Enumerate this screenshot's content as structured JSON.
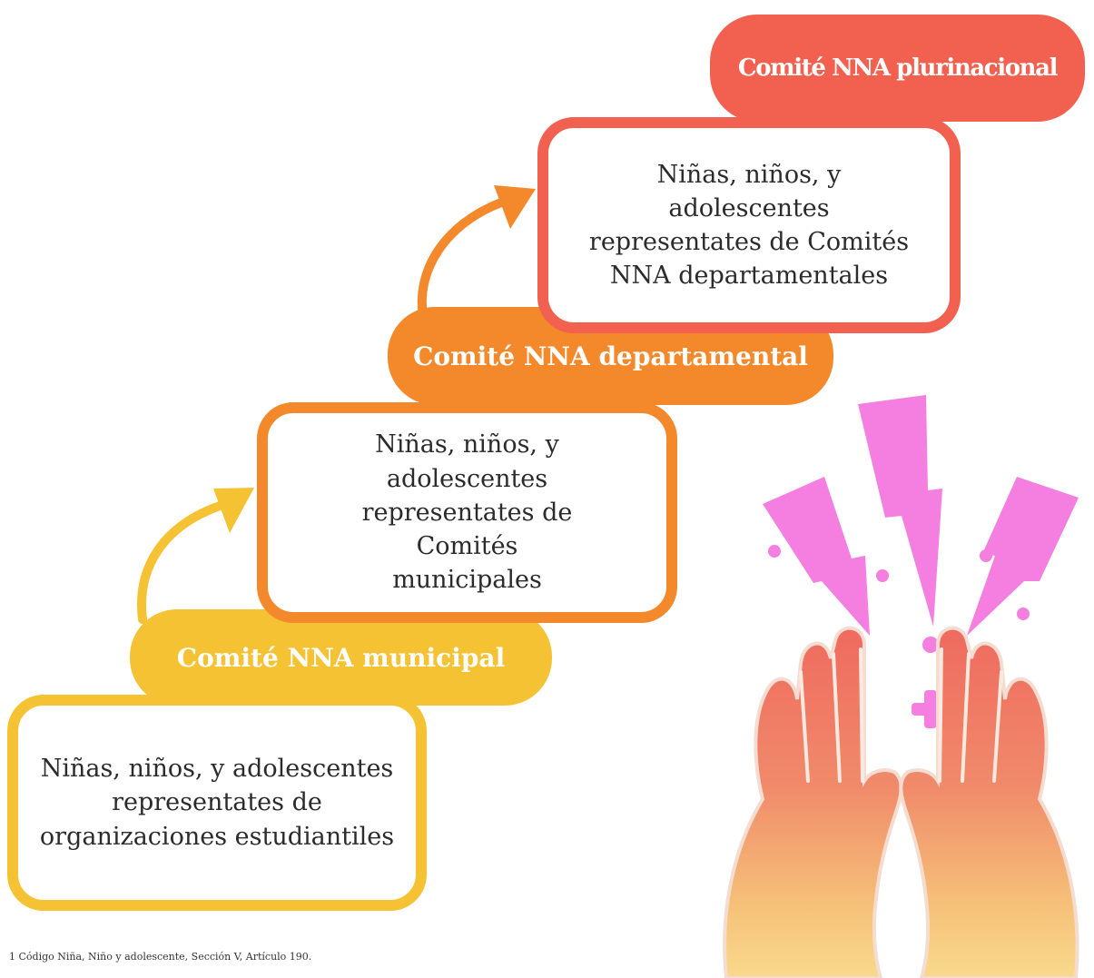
{
  "levels": {
    "municipal": {
      "committee": "Comité NNA municipal",
      "description": [
        "Niñas, niños, y adolescentes",
        "representates de",
        "organizaciones estudiantiles"
      ]
    },
    "departamental": {
      "committee": "Comité NNA departamental",
      "description": [
        "Niñas, niños, y",
        "adolescentes",
        "representates de Comités",
        "municipales"
      ]
    },
    "plurinacional": {
      "committee": "Comité NNA plurinacional",
      "description": [
        "Niñas, niños, y",
        "adolescentes",
        "representates de Comités",
        "NNA departamentales"
      ]
    }
  },
  "footnote": "1  Código Niña, Niño y adolescente, Sección V, Artículo 190.",
  "colors": {
    "yellow": "#f4c232",
    "orange": "#f3892b",
    "red": "#f2604f",
    "pink": "#f47fe0"
  },
  "illustration": "hands-with-lightning-icon"
}
